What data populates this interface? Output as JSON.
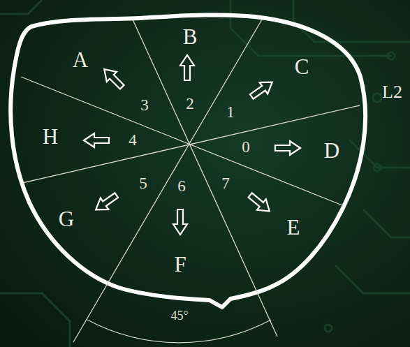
{
  "diagram": {
    "labels": [
      "A",
      "B",
      "C",
      "D",
      "E",
      "F",
      "G",
      "H",
      "0",
      "1",
      "2",
      "3",
      "4",
      "5",
      "6",
      "7",
      "L2",
      "45°"
    ]
  }
}
